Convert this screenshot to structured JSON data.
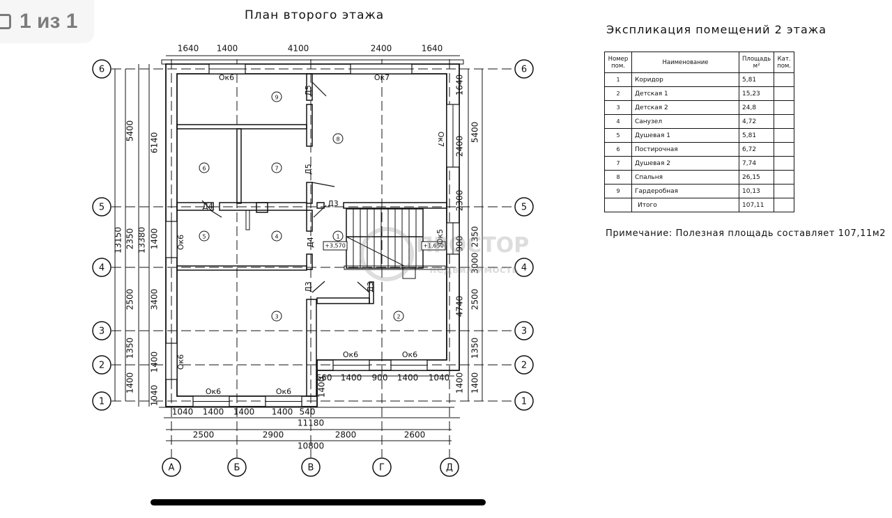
{
  "viewer": {
    "counter": "1 из 1"
  },
  "plan": {
    "title": "План второго этажа",
    "axes_numbers": [
      "6",
      "5",
      "4",
      "3",
      "2",
      "1"
    ],
    "axes_letters": [
      "А",
      "Б",
      "В",
      "Г",
      "Д"
    ],
    "dimensions": {
      "top": [
        "1640",
        "1400",
        "4100",
        "2400",
        "1640"
      ],
      "left_outer": [
        "5400",
        "2350",
        "2500",
        "1350",
        "1400"
      ],
      "left_inner": [
        "6140",
        "1400",
        "3400",
        "1400",
        "1040"
      ],
      "left_totals": [
        "13150",
        "13380"
      ],
      "right_inner": [
        "1640",
        "2400",
        "2300",
        "900",
        "4740",
        "1400"
      ],
      "right_outer": [
        "5400",
        "2350",
        "3000",
        "2500",
        "1350",
        "1400"
      ],
      "bottom_openings": [
        "1040",
        "1400",
        "1400",
        "1400",
        "540"
      ],
      "bottom_right_openings": [
        "660",
        "1400",
        "900",
        "1400",
        "1040",
        "1400"
      ],
      "bottom_total_walls": "11180",
      "bottom_axes": [
        "2500",
        "2900",
        "2800",
        "2600"
      ],
      "bottom_total": "10800"
    },
    "rooms": [
      "9",
      "8",
      "6",
      "7",
      "5",
      "4",
      "1",
      "3",
      "2"
    ],
    "windows": [
      "Ок6",
      "Ок7",
      "Ок7",
      "Ок6",
      "Ок5",
      "Ок6",
      "Ок6",
      "Ок6",
      "Ок6",
      "Ок6"
    ],
    "doors": [
      "Д5",
      "Д5",
      "Д4",
      "Д3",
      "Д4",
      "Д3",
      "Д3"
    ],
    "levels": [
      "+3,570",
      "+1,650"
    ],
    "watermark": {
      "main": "ПРОСТОР",
      "sub": "недвижимость"
    }
  },
  "explication": {
    "title": "Экспликация помещений 2 этажа",
    "headers": {
      "num": "Номер пом.",
      "name": "Наименование",
      "area": "Площадь м²",
      "cat": "Кат. пом."
    },
    "rows": [
      {
        "num": "1",
        "name": "Коридор",
        "area": "5,81"
      },
      {
        "num": "2",
        "name": "Детская 1",
        "area": "15,23"
      },
      {
        "num": "3",
        "name": "Детская 2",
        "area": "24,8"
      },
      {
        "num": "4",
        "name": "Санузел",
        "area": "4,72"
      },
      {
        "num": "5",
        "name": "Душевая 1",
        "area": "5,81"
      },
      {
        "num": "6",
        "name": "Постирочная",
        "area": "6,72"
      },
      {
        "num": "7",
        "name": "Душевая 2",
        "area": "7,74"
      },
      {
        "num": "8",
        "name": "Спальня",
        "area": "26,15"
      },
      {
        "num": "9",
        "name": "Гардеробная",
        "area": "10,13"
      }
    ],
    "total": {
      "label": "Итого",
      "area": "107,11"
    },
    "note": "Примечание: Полезная площадь составляет 107,11м2"
  }
}
